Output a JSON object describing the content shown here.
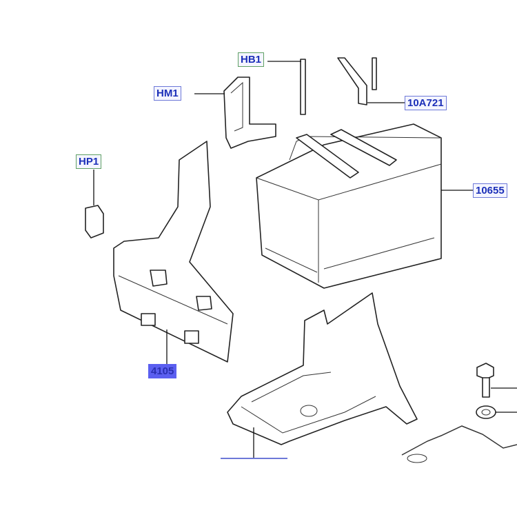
{
  "labels": {
    "hb1": "HB1",
    "hm1": "HM1",
    "a10a721": "10A721",
    "hp1": "HP1",
    "b10655": "10655",
    "c4105": "4105"
  },
  "colors": {
    "label_text": "#1b2fb8",
    "label_border": "#6d78d8",
    "label_border_green": "#5fa064",
    "selected_fill": "#5b5ff0"
  }
}
